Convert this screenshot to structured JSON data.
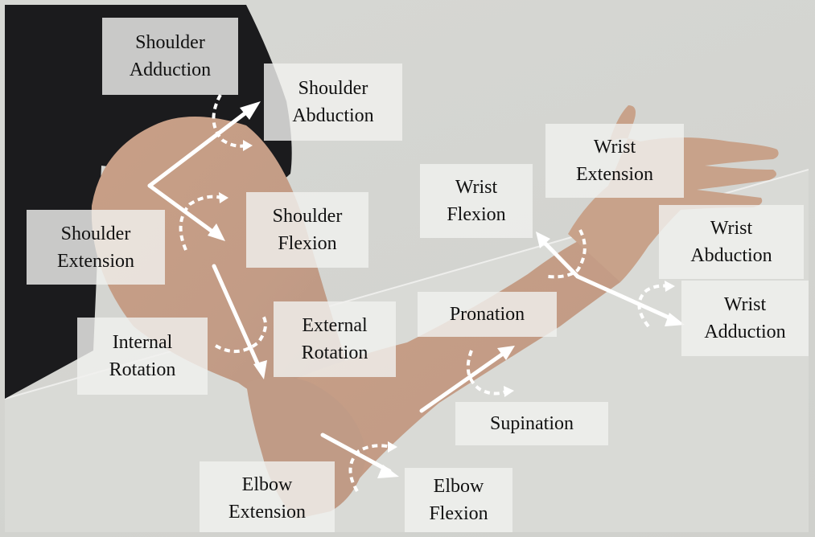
{
  "labels": {
    "shoulder_adduction": [
      "Shoulder",
      "Adduction"
    ],
    "shoulder_abduction": [
      "Shoulder",
      "Abduction"
    ],
    "shoulder_extension": [
      "Shoulder",
      "Extension"
    ],
    "shoulder_flexion": [
      "Shoulder",
      "Flexion"
    ],
    "internal_rotation": [
      "Internal",
      "Rotation"
    ],
    "external_rotation": [
      "External",
      "Rotation"
    ],
    "wrist_flexion": [
      "Wrist",
      "Flexion"
    ],
    "wrist_extension": [
      "Wrist",
      "Extension"
    ],
    "wrist_abduction": [
      "Wrist",
      "Abduction"
    ],
    "wrist_adduction": [
      "Wrist",
      "Adduction"
    ],
    "pronation": "Pronation",
    "supination": "Supination",
    "elbow_extension": [
      "Elbow",
      "Extension"
    ],
    "elbow_flexion": [
      "Elbow",
      "Flexion"
    ]
  },
  "colors": {
    "background": "#d4d5d1",
    "shirt": "#1b1b1d",
    "skin": "#c4a08a",
    "arrow": "#ffffff",
    "label_box": "#f0f0ee"
  }
}
